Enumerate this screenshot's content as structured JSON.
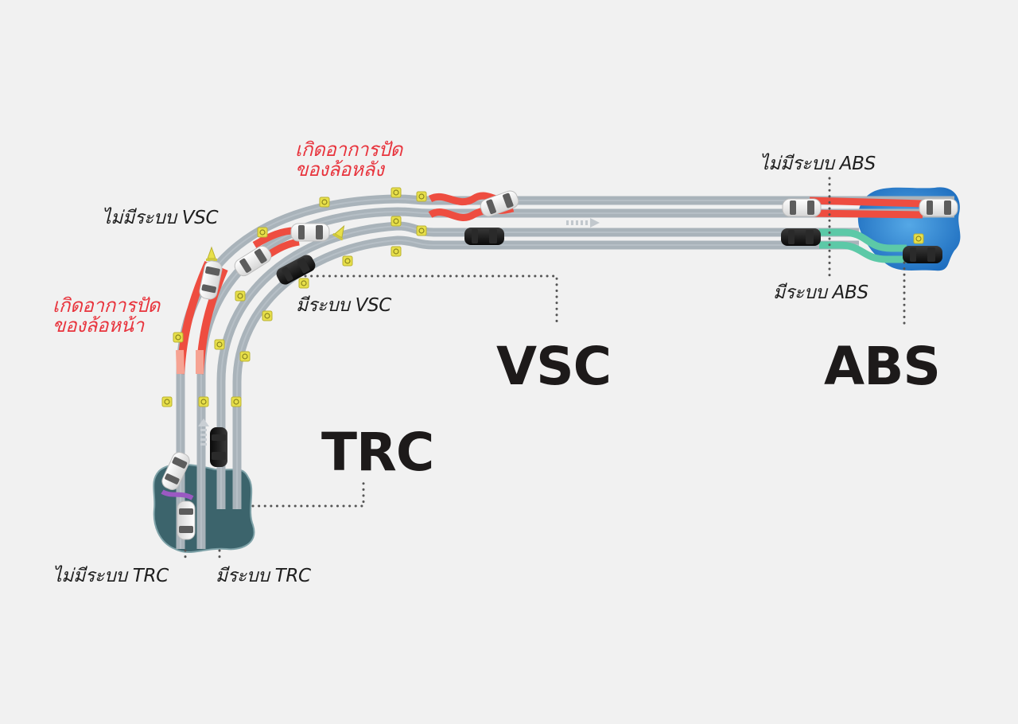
{
  "colors": {
    "background": "#f1f1f1",
    "track": "#a9b3ba",
    "track_edge": "#c4cbd1",
    "skid_red": "#ee4d40",
    "skid_light": "#f6a393",
    "abs_green": "#5cc9a7",
    "trc_puddle": "#3c646c",
    "abs_puddle": "#2f86cf",
    "cone_marker": "#e8e04a",
    "trc_purple": "#9b59c2",
    "leader_dots": "#555555",
    "label_red": "#e8343d",
    "label_dark": "#1e1e1e",
    "heading": "#1d1a1a"
  },
  "headings": {
    "trc": "TRC",
    "vsc": "VSC",
    "abs": "ABS"
  },
  "labels": {
    "rear_skid_line1": "เกิดอาการปัด",
    "rear_skid_line2": "ของล้อหลัง",
    "front_skid_line1": "เกิดอาการปัด",
    "front_skid_line2": "ของล้อหน้า",
    "without_vsc": "ไม่มีระบบ VSC",
    "with_vsc": "มีระบบ VSC",
    "without_abs": "ไม่มีระบบ ABS",
    "with_abs": "มีระบบ ABS",
    "without_trc": "ไม่มีระบบ TRC",
    "with_trc": "มีระบบ TRC"
  },
  "icons": {
    "car_without_system": "white-car-icon",
    "car_with_system": "black-car-icon",
    "cone": "traffic-cone-icon",
    "marker": "road-marker-icon",
    "direction": "direction-arrow-icon"
  }
}
